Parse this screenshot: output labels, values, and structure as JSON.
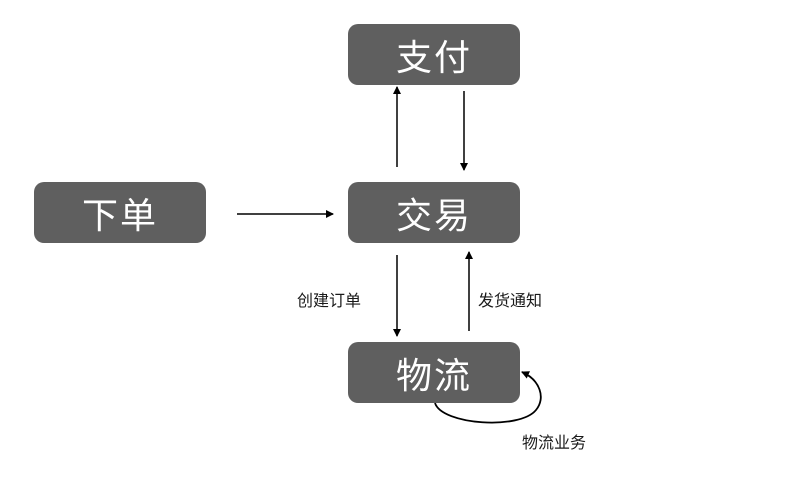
{
  "nodes": {
    "pay": "支付",
    "order": "下单",
    "trade": "交易",
    "logistics": "物流"
  },
  "edges": {
    "create_order": "创建订单",
    "ship_notice": "发货通知",
    "logistics_business": "物流业务"
  },
  "colors": {
    "node_fill": "#5f5f5f",
    "node_text": "#ffffff",
    "edge": "#000000"
  }
}
